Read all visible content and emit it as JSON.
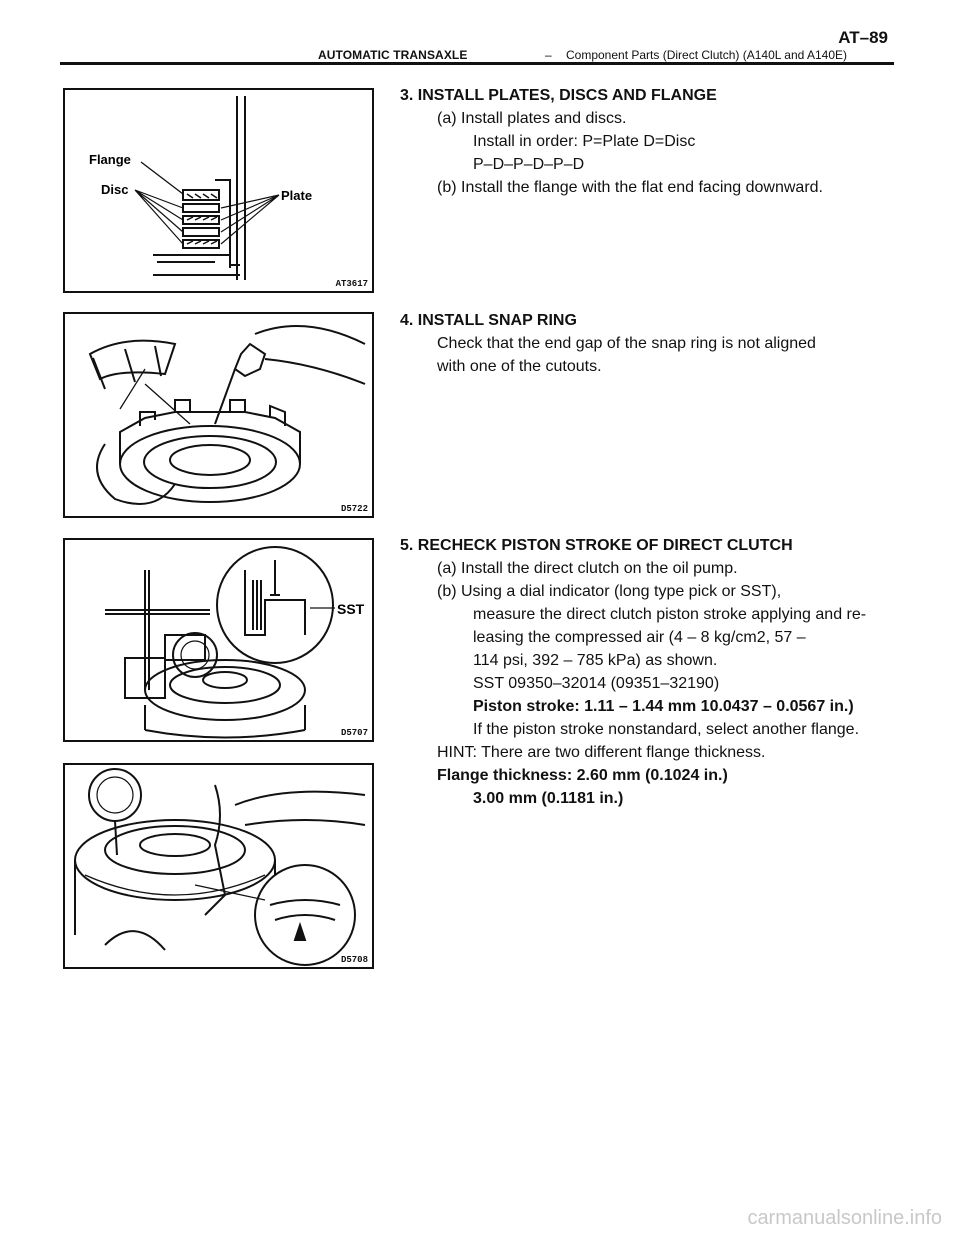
{
  "header": {
    "section": "AUTOMATIC TRANSAXLE",
    "dash": "–",
    "subtitle": "Component Parts (Direct Clutch) (A140L and A140E)",
    "page": "AT–89"
  },
  "figures": {
    "fig1": {
      "code": "AT3617",
      "labels": {
        "flange": "Flange",
        "disc": "Disc",
        "plate": "Plate"
      }
    },
    "fig2": {
      "code": "D5722"
    },
    "fig3": {
      "code": "D5707",
      "labels": {
        "sst": "SST"
      }
    },
    "fig4": {
      "code": "D5708"
    }
  },
  "step3": {
    "title": "3. INSTALL PLATES, DISCS AND FLANGE",
    "a": "(a) Install plates and discs.",
    "a1": "Install in order: P=Plate D=Disc",
    "a2": "P–D–P–D–P–D",
    "b": "(b) Install the flange with the flat end facing downward."
  },
  "step4": {
    "title": "4. INSTALL SNAP RING",
    "line1": "Check that the end gap of the snap ring is not aligned",
    "line2": "with one of the cutouts."
  },
  "step5": {
    "title": "5. RECHECK PISTON STROKE OF DIRECT CLUTCH",
    "a": "(a) Install the direct clutch on the oil pump.",
    "b": "(b) Using a dial indicator (long type pick or SST),",
    "b1": "measure the direct clutch piston stroke applying and re-",
    "b2": "leasing the compressed air (4 – 8 kg/cm2, 57 –",
    "b3": "114 psi, 392 – 785 kPa) as shown.",
    "b4": "SST  09350–32014  (09351–32190)",
    "b5": "Piston stroke: 1.11 – 1.44 mm 10.0437 – 0.0567 in.)",
    "b6": "If the piston stroke nonstandard, select another flange.",
    "hint": "HINT: There are two different flange thickness.",
    "flange1": "Flange thickness: 2.60 mm (0.1024 in.)",
    "flange2": "3.00 mm (0.1181 in.)"
  },
  "watermark": "carmanualsonline.info"
}
